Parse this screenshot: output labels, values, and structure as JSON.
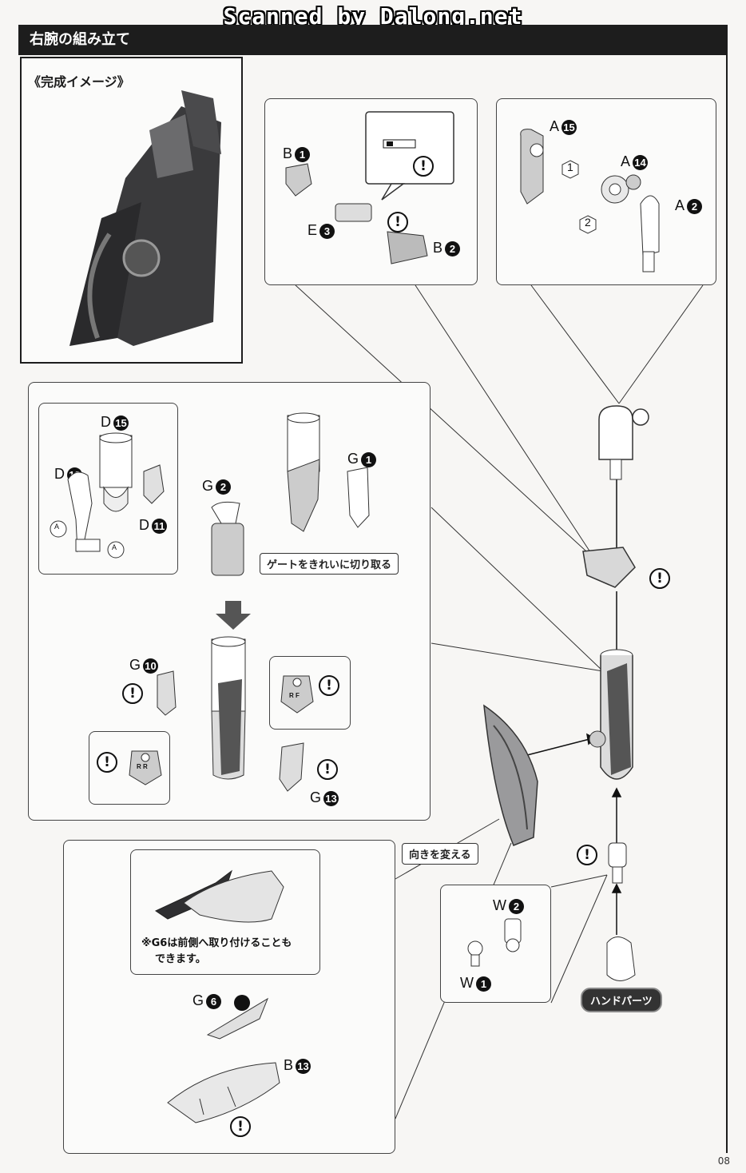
{
  "watermark": "Scanned by Dalong.net",
  "header": {
    "title": "右腕の組み立て"
  },
  "image_panel": {
    "title": "《完成イメージ》"
  },
  "parts": {
    "b1": "B",
    "b1_n": "1",
    "e3": "E",
    "e3_n": "3",
    "b2": "B",
    "b2_n": "2",
    "a15": "A",
    "a15_n": "15",
    "a14": "A",
    "a14_n": "14",
    "a2": "A",
    "a2_n": "2",
    "d15": "D",
    "d15_n": "15",
    "d13": "D",
    "d13_n": "13",
    "d11": "D",
    "d11_n": "11",
    "g2": "G",
    "g2_n": "2",
    "g1": "G",
    "g1_n": "1",
    "g10": "G",
    "g10_n": "10",
    "g13": "G",
    "g13_n": "13",
    "g6": "G",
    "g6_n": "6",
    "b13": "B",
    "b13_n": "13",
    "w2": "W",
    "w2_n": "2",
    "w1": "W",
    "w1_n": "1"
  },
  "steps": {
    "one": "1",
    "two": "2"
  },
  "notes": {
    "gate": "ゲートをきれいに切り取る",
    "reverse": "向きを変える",
    "hand_parts": "ハンドパーツ",
    "g6_line1": "※G6は前側へ取り付けることも",
    "g6_line2": "できます。"
  },
  "marks": {
    "rr": "R R",
    "rf": "R F",
    "a": "A",
    "excl": "!"
  },
  "page_number": "08"
}
